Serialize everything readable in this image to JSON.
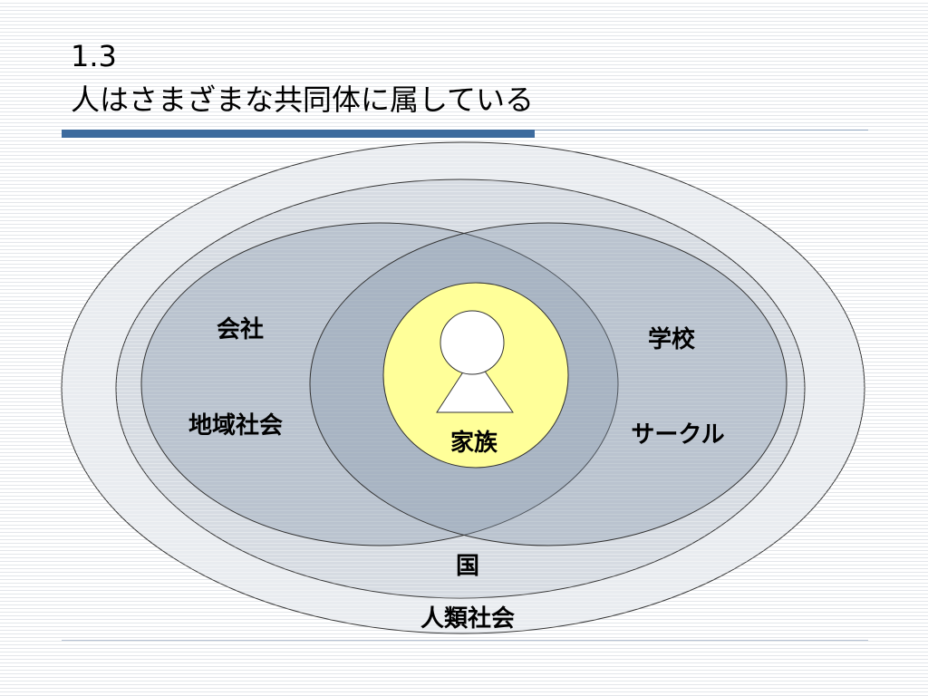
{
  "slide": {
    "number": "1.3",
    "title": "人はさまざまな共同体に属している"
  },
  "diagram": {
    "labels": {
      "company": "会社",
      "community": "地域社会",
      "school": "学校",
      "circle": "サークル",
      "family": "家族",
      "nation": "国",
      "humanity": "人類社会"
    },
    "icons": {
      "person": "person-icon"
    }
  },
  "colors": {
    "title_bar": "#3d6b9e",
    "humanity_fill": "#e9ecf0",
    "nation_fill": "#d6dbe2",
    "group_fill": "#8797ac",
    "family_fill": "#ffff99",
    "outline": "#333333"
  }
}
